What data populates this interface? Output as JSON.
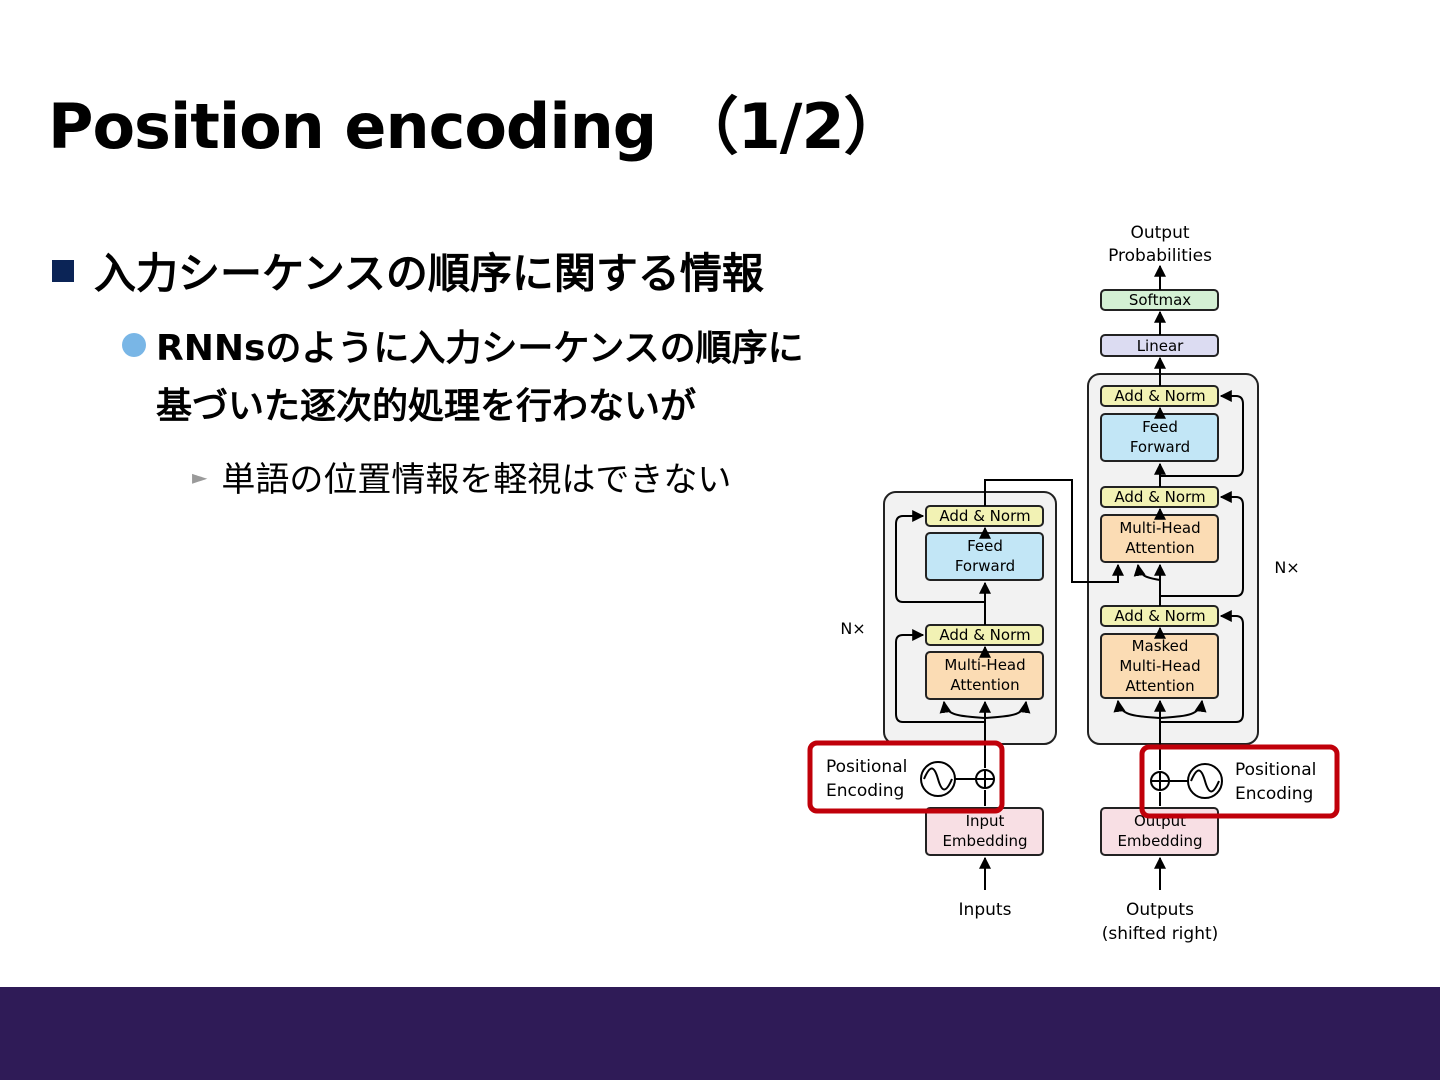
{
  "slide": {
    "title": "Position encoding （1/2）",
    "bullet1": "入力シーケンスの順序に関する情報",
    "bullet2_line1": "RNNsのように入力シーケンスの順序に",
    "bullet2_line2": "基づいた逐次的処理を行わないが",
    "bullet3": "単語の位置情報を軽視はできない",
    "colors": {
      "bullet_square": "#0b2456",
      "bullet_dot": "#79b6e6",
      "footer": "#2f1b57",
      "highlight": "#c0000a"
    }
  },
  "diagram": {
    "output_probabilities": [
      "Output",
      "Probabilities"
    ],
    "softmax": "Softmax",
    "linear": "Linear",
    "add_norm": "Add & Norm",
    "feed_forward": [
      "Feed",
      "Forward"
    ],
    "multi_head_attention": [
      "Multi-Head",
      "Attention"
    ],
    "masked_multi_head_attention": [
      "Masked",
      "Multi-Head",
      "Attention"
    ],
    "nx": "N×",
    "positional_encoding": [
      "Positional",
      "Encoding"
    ],
    "input_embedding": [
      "Input",
      "Embedding"
    ],
    "output_embedding": [
      "Output",
      "Embedding"
    ],
    "inputs": "Inputs",
    "outputs": [
      "Outputs",
      "(shifted right)"
    ]
  }
}
